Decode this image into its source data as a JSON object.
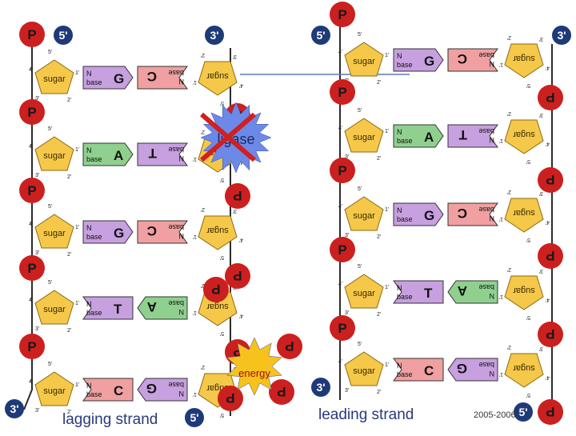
{
  "phosphate_label": "P",
  "sugar_label": "sugar",
  "base_label": "N\nbase",
  "carbon_labels": {
    "c5": "5'",
    "c4": "4'",
    "c3": "3'",
    "c2": "2'",
    "c1": "1'"
  },
  "end_labels": {
    "left_top": "5'",
    "left_bottom": "3'",
    "daughter_top": "3'",
    "daughter_bottom": "5'",
    "right_daughter_top": "5'",
    "right_daughter_bottom": "3'",
    "far_right_top": "3'",
    "far_right_bottom": "5'"
  },
  "strand_labels": {
    "lagging": "lagging strand",
    "leading": "leading strand"
  },
  "enzyme_label": "ligase",
  "energy_label": "energy",
  "footer_year": "2005-2006",
  "left_pairs": [
    {
      "template_base": "G",
      "new_base": "C"
    },
    {
      "template_base": "A",
      "new_base": "T"
    },
    {
      "template_base": "G",
      "new_base": "C"
    },
    {
      "template_base": "T",
      "new_base": "A"
    },
    {
      "template_base": "C",
      "new_base": "G"
    }
  ],
  "right_pairs": [
    {
      "template_base": "G",
      "new_base": "C"
    },
    {
      "template_base": "A",
      "new_base": "T"
    },
    {
      "template_base": "G",
      "new_base": "C"
    },
    {
      "template_base": "T",
      "new_base": "A"
    },
    {
      "template_base": "C",
      "new_base": "G"
    }
  ],
  "colors": {
    "phosphate": "#cc1f1f",
    "sugar": "#f5c84a",
    "base_A": "#8fd08f",
    "base_T": "#c7a0e0",
    "base_G": "#c7a0e0",
    "base_C": "#f0a0a0",
    "end_circle": "#1e3a78",
    "ligase_burst": "#6c89e8",
    "energy_burst": "#f7c21b",
    "strand_line": "#2c2c2c",
    "cross": "#d02020"
  }
}
